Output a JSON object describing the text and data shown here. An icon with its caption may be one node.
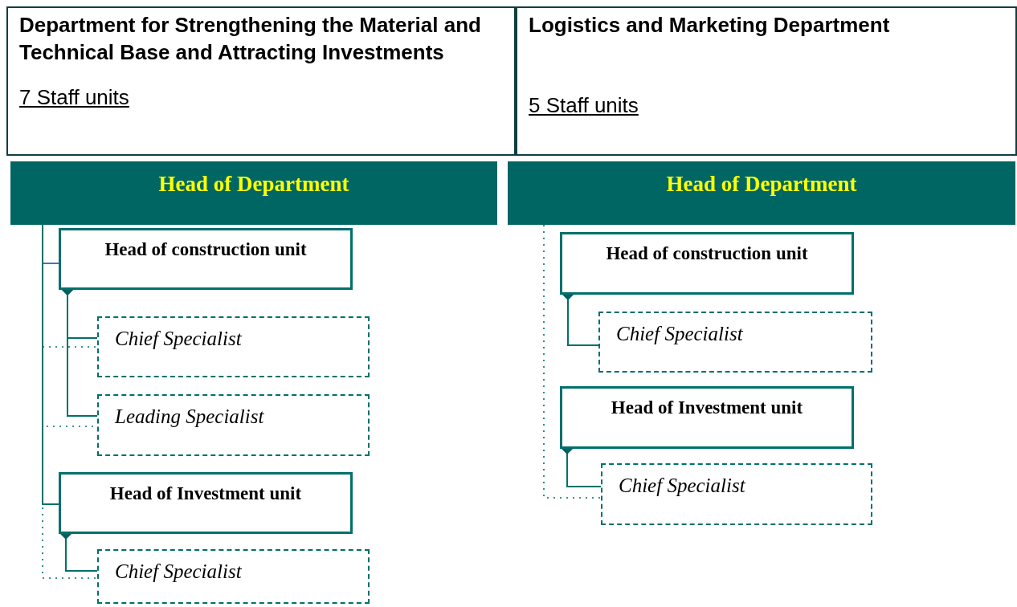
{
  "diagram": {
    "nodes": [
      {
        "text": [
          "Department for Strengthening the Material and Technical Base and Attracting Investments",
          "7 Staff units"
        ]
      },
      {
        "text": [
          "Logistics and Marketing Department",
          "5 Staff units"
        ]
      },
      {
        "text": [
          "Head of Department"
        ]
      },
      {
        "text": [
          "Head of construction unit"
        ]
      },
      {
        "text": [
          "Chief Specialist"
        ]
      },
      {
        "text": [
          "Leading Specialist"
        ]
      },
      {
        "text": [
          "Head of Investment unit"
        ]
      },
      {
        "text": [
          "Chief Specialist"
        ]
      },
      {
        "text": [
          "Head of Department"
        ]
      },
      {
        "text": [
          "Head of construction unit"
        ]
      },
      {
        "text": [
          "Chief Specialist"
        ]
      },
      {
        "text": [
          "Head of Investment unit"
        ]
      },
      {
        "text": [
          "Chief Specialist"
        ]
      }
    ],
    "edges": [
      {
        "from": 2,
        "to": 3,
        "arrow": "none",
        "color": "#4472c4"
      },
      {
        "from": 2,
        "to": 4,
        "arrow": "none",
        "style": "dashed"
      },
      {
        "from": 2,
        "to": 5,
        "arrow": "none",
        "style": "dashed"
      },
      {
        "from": 2,
        "to": 6,
        "arrow": "none"
      },
      {
        "from": 2,
        "to": 7,
        "arrow": "none",
        "style": "dashed"
      },
      {
        "from": 3,
        "to": 4,
        "arrow": "other"
      },
      {
        "from": 3,
        "to": 5,
        "arrow": "other"
      },
      {
        "from": 6,
        "to": 7,
        "arrow": "other"
      },
      {
        "from": 8,
        "to": 12,
        "arrow": "none",
        "style": "dashed"
      },
      {
        "from": 9,
        "to": 10,
        "arrow": "other"
      },
      {
        "from": 11,
        "to": 12,
        "arrow": "other"
      }
    ]
  }
}
